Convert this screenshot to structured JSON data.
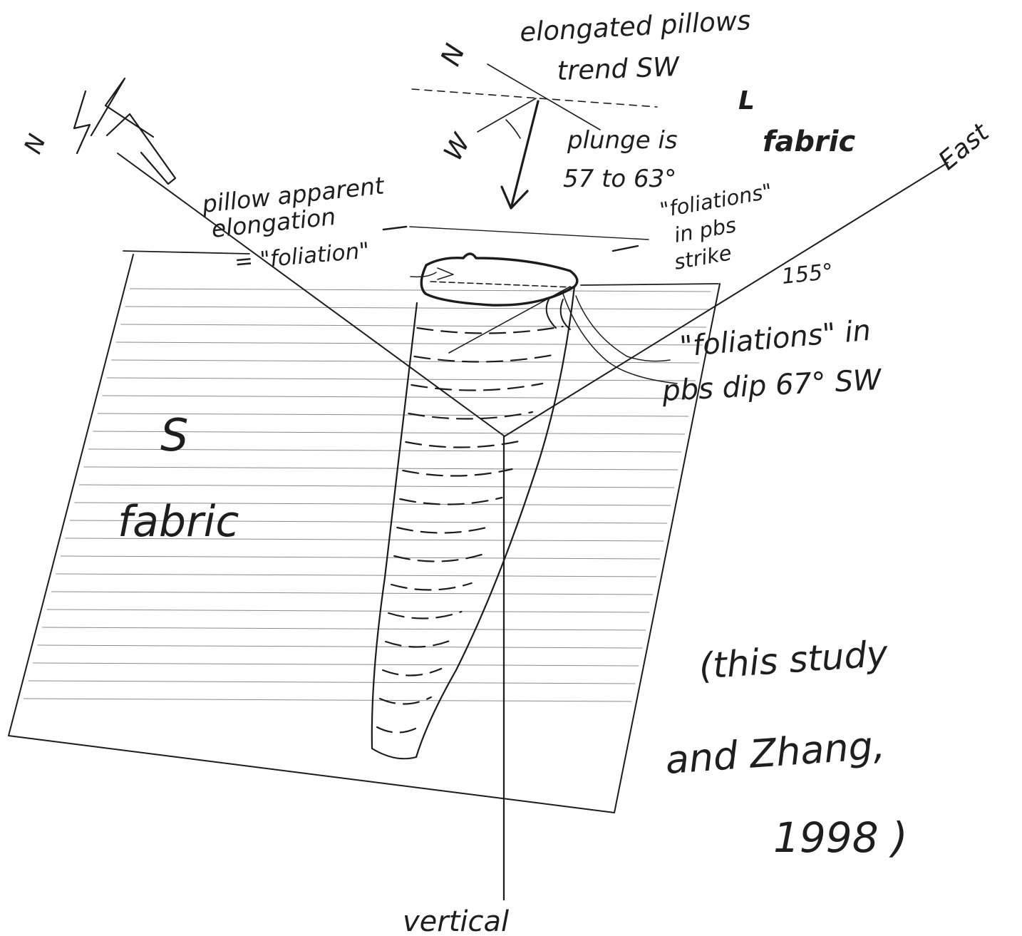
{
  "labels": {
    "elongated_pillows": "elongated pillows",
    "trend_sw": "trend SW",
    "plunge_is": "plunge is",
    "plunge_range": "57 to 63°",
    "l_letter": "L",
    "fabric_l": "fabric",
    "east": "East",
    "pillow_apparent": "pillow apparent",
    "elongation": "elongation",
    "foliation_eq": "= \"foliation\"",
    "foliations_strike_1": "\"foliations\"",
    "foliations_strike_2": "in pbs",
    "foliations_strike_3": "strike",
    "strike_angle": "155°",
    "foliations_dip_1": "\"foliations\" in",
    "foliations_dip_2": "pbs dip 67° SW",
    "s_letter": "S",
    "fabric_s": "fabric",
    "citation_1": "(this study",
    "citation_2": "and Zhang,",
    "citation_3": "1998 )",
    "vertical": "vertical",
    "compass_n": "N",
    "compass_w": "W",
    "axis_n": "N"
  }
}
